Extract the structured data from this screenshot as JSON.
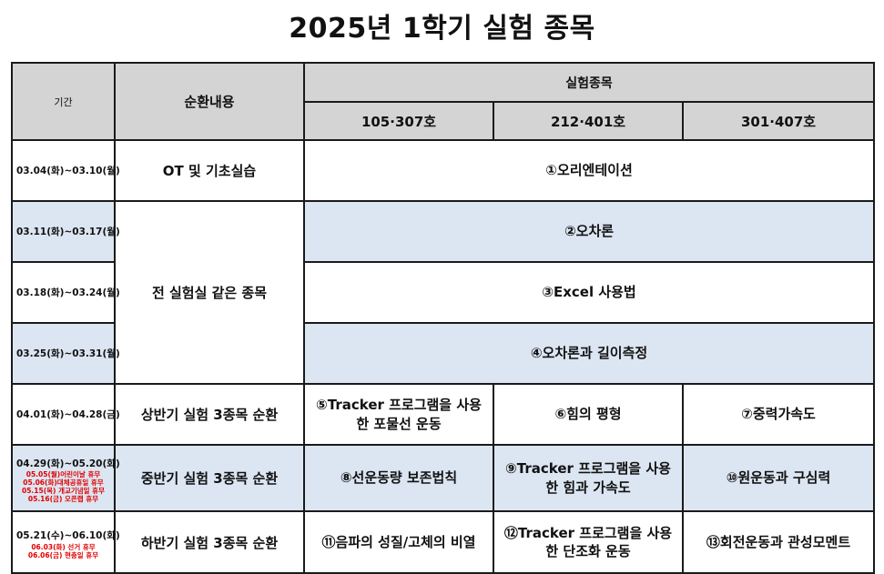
{
  "title": "2025년 1학기 실험 종목",
  "header": {
    "period": "기간",
    "cycle": "순환내용",
    "experiments": "실험종목",
    "rooms": [
      "105·307호",
      "212·401호",
      "301·407호"
    ]
  },
  "rows": [
    {
      "period": "03.04(화)~03.10(월)",
      "cycle": "OT 및 기초실습",
      "experiment": "①오리엔테이션"
    },
    {
      "period": "03.11(화)~03.17(월)",
      "cycle": "전 실험실 같은 종목",
      "experiment": "②오차론"
    },
    {
      "period": "03.18(화)~03.24(월)",
      "experiment": "③Excel 사용법"
    },
    {
      "period": "03.25(화)~03.31(월)",
      "experiment": "④오차론과 길이측정"
    },
    {
      "period": "04.01(화)~04.28(금)",
      "cycle": "상반기 실험 3종목 순환",
      "experiments": [
        "⑤Tracker 프로그램을 사용 한 포물선 운동",
        "⑥힘의 평형",
        "⑦중력가속도"
      ]
    },
    {
      "period": "04.29(화)~05.20(화)",
      "holidays": [
        "05.05(월)어린이날 휴무",
        "05.06(화)대체공휴일 휴무",
        "05.15(목) 개교기념일 휴무",
        "05.16(금) 오픈랩 휴무"
      ],
      "cycle": "중반기 실험 3종목 순환",
      "experiments": [
        "⑧선운동량 보존법칙",
        "⑨Tracker 프로그램을 사용 한 힘과 가속도",
        "⑩원운동과 구심력"
      ]
    },
    {
      "period": "05.21(수)~06.10(화)",
      "holidays": [
        "06.03(화) 선거 휴무",
        "06.06(금) 현충일 휴무"
      ],
      "cycle": "하반기 실험 3종목 순환",
      "experiments": [
        "⑪음파의 성질/고체의 비열",
        "⑫Tracker 프로그램을 사용 한 단조화 운동",
        "⑬회전운동과 관성모멘트"
      ]
    }
  ],
  "colors": {
    "header_bg": "#d4d4d4",
    "row_blue": "#dce6f2",
    "holiday_text": "#e00000",
    "border": "#1a1a1a"
  }
}
